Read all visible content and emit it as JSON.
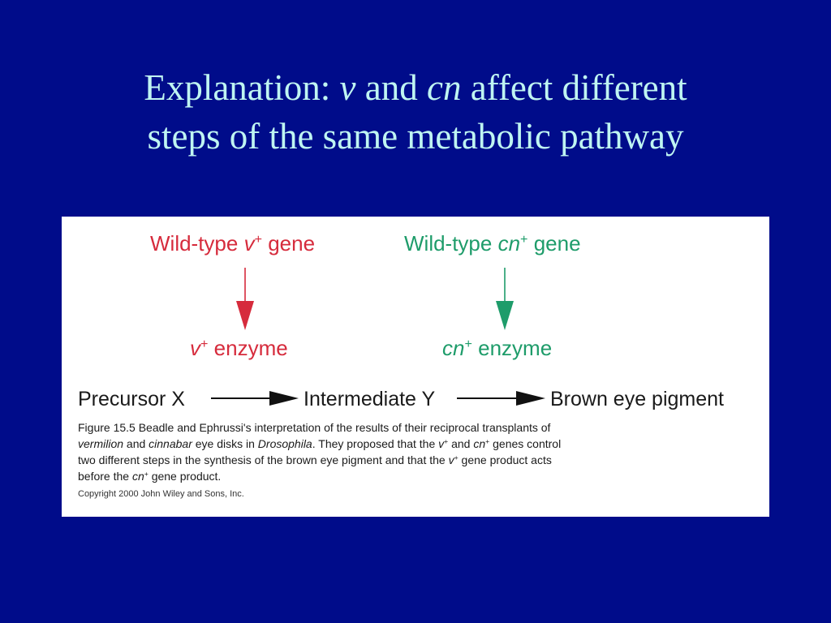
{
  "slide": {
    "title_line1_prefix": "Explanation:  ",
    "title_v": "v",
    "title_and": " and ",
    "title_cn": "cn",
    "title_line1_suffix": " affect different",
    "title_line2": "steps of the same metabolic pathway"
  },
  "figure": {
    "v_gene": {
      "prefix": "Wild-type ",
      "gene": "v",
      "sup": "+",
      "suffix": " gene"
    },
    "cn_gene": {
      "prefix": "Wild-type ",
      "gene": "cn",
      "sup": "+",
      "suffix": " gene"
    },
    "v_enzyme": {
      "gene": "v",
      "sup": "+",
      "suffix": " enzyme"
    },
    "cn_enzyme": {
      "gene": "cn",
      "sup": "+",
      "suffix": " enzyme"
    },
    "pathway": {
      "precursor": "Precursor X",
      "intermediate": "Intermediate Y",
      "product": "Brown eye pigment"
    },
    "caption": {
      "part1": "Figure 15.5  Beadle and Ephrussi's interpretation of the results of their reciprocal transplants of ",
      "vermilion": "vermilion",
      "part2": " and ",
      "cinnabar": "cinnabar",
      "part3": " eye disks in ",
      "drosophila": "Drosophila",
      "part4": ". They proposed that the ",
      "v": "v",
      "v_sup": "+",
      "part5": " and ",
      "cn": "cn",
      "cn_sup": "+",
      "part6": " genes control two different steps in the synthesis of the brown eye pigment and that the ",
      "v2": "v",
      "v2_sup": "+",
      "part7": " gene product acts before the ",
      "cn2": "cn",
      "cn2_sup": "+",
      "part8": " gene product."
    },
    "copyright": "Copyright 2000 John Wiley and Sons, Inc."
  },
  "colors": {
    "background": "#000c8a",
    "title": "#bff5f2",
    "v_gene": "#d62b3c",
    "cn_gene": "#1e9c6a"
  }
}
